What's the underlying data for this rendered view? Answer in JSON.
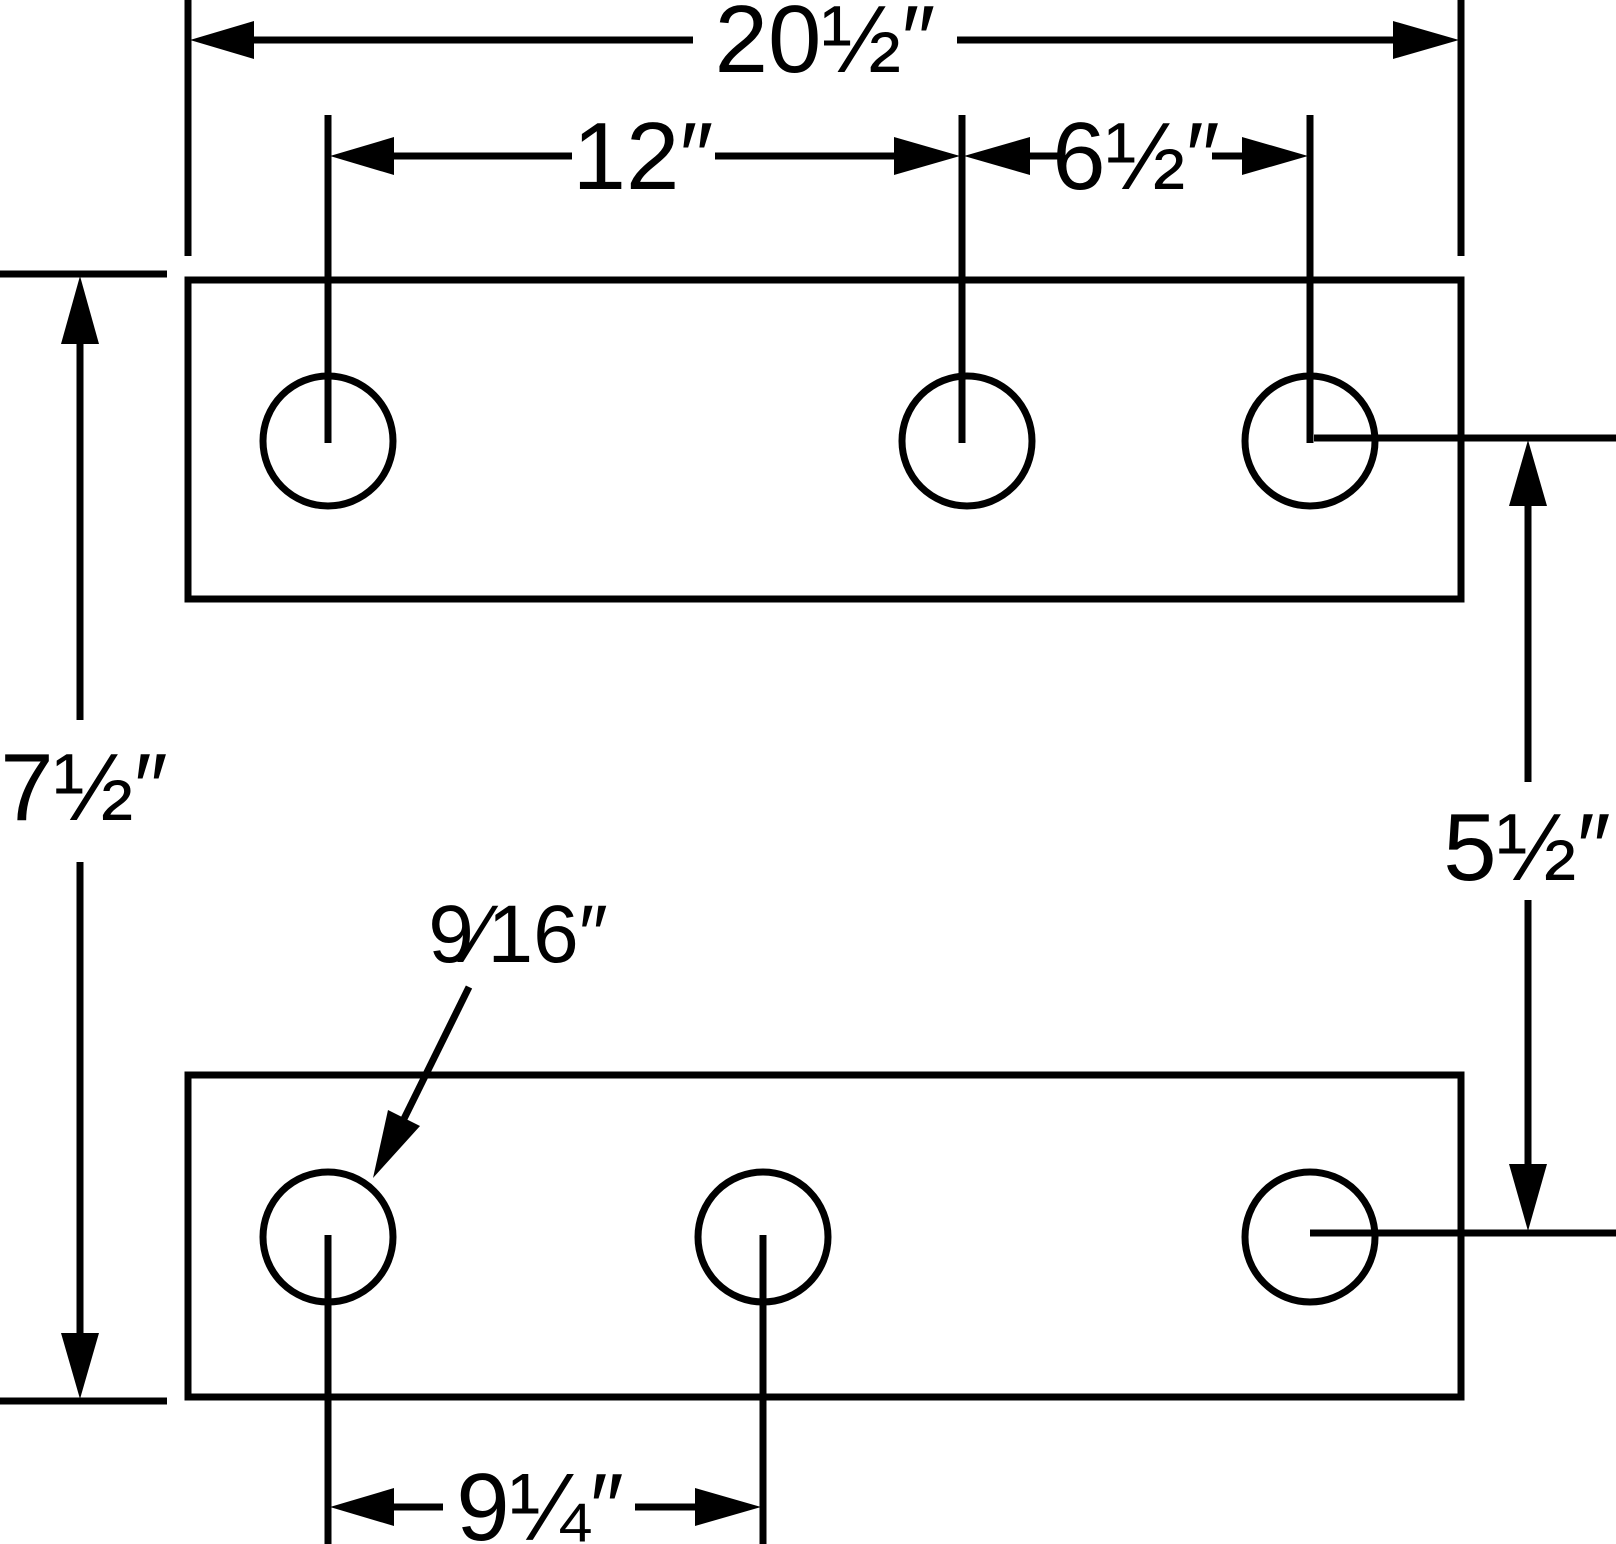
{
  "diagram": {
    "stroke_color": "#000000",
    "background_color": "#ffffff",
    "dimensions": {
      "overall_width": "20½″",
      "hole_spacing_left": "12″",
      "hole_spacing_right": "6½″",
      "overall_height": "7½″",
      "hole_row_spacing": "5½″",
      "hole_diameter": "9⁄16″",
      "bottom_hole_spacing": "9¼″"
    }
  }
}
